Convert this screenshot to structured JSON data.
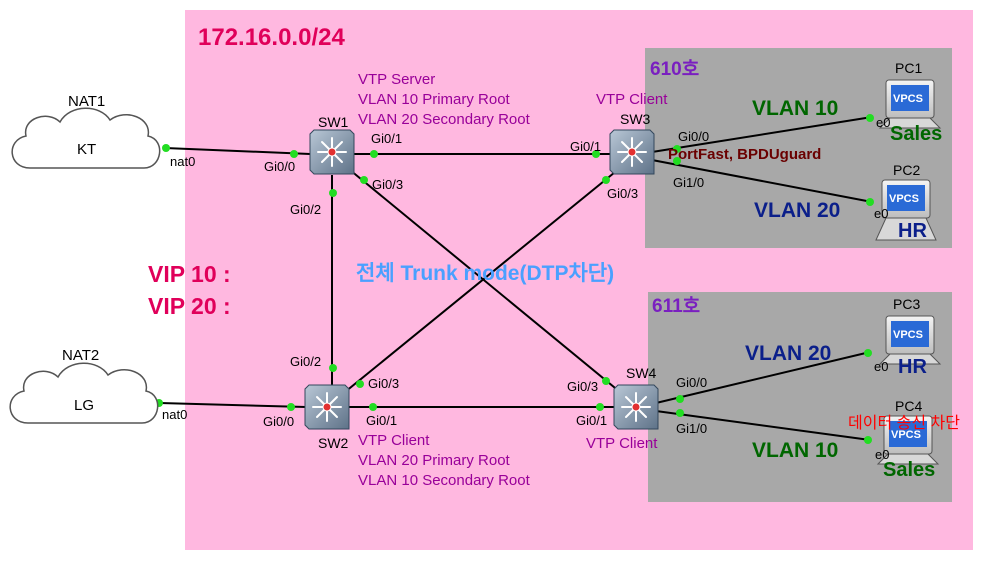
{
  "network": {
    "subnet": "172.16.0.0/24",
    "vip_10": "VIP 10 :",
    "vip_20": "VIP 20 :",
    "trunk_note": "전체 Trunk mode(DTP차단)"
  },
  "clouds": {
    "nat1": {
      "name": "NAT1",
      "label": "KT",
      "port": "nat0"
    },
    "nat2": {
      "name": "NAT2",
      "label": "LG",
      "port": "nat0"
    }
  },
  "switches": {
    "sw1": {
      "name": "SW1",
      "role": "VTP Server",
      "root1": "VLAN 10 Primary Root",
      "root2": "VLAN 20 Secondary Root",
      "p_gi00": "Gi0/0",
      "p_gi01": "Gi0/1",
      "p_gi02": "Gi0/2",
      "p_gi03": "Gi0/3"
    },
    "sw2": {
      "name": "SW2",
      "role": "VTP Client",
      "root1": "VLAN 20 Primary Root",
      "root2": "VLAN 10 Secondary Root",
      "p_gi00": "Gi0/0",
      "p_gi01": "Gi0/1",
      "p_gi02": "Gi0/2",
      "p_gi03": "Gi0/3"
    },
    "sw3": {
      "name": "SW3",
      "role": "VTP Client",
      "p_gi00": "Gi0/0",
      "p_gi01": "Gi0/1",
      "p_gi03": "Gi0/3",
      "p_gi10": "Gi1/0",
      "portfast": "PortFast, BPDUguard"
    },
    "sw4": {
      "name": "SW4",
      "role": "VTP Client",
      "p_gi00": "Gi0/0",
      "p_gi01": "Gi0/1",
      "p_gi03": "Gi0/3",
      "p_gi10": "Gi1/0"
    }
  },
  "rooms": {
    "r610": {
      "name": "610호"
    },
    "r611": {
      "name": "611호"
    }
  },
  "vlan_labels": {
    "sw3_pc1": "VLAN 10",
    "sw3_pc2": "VLAN 20",
    "sw4_pc3": "VLAN 20",
    "sw4_pc4": "VLAN 10"
  },
  "pcs": {
    "pc1": {
      "name": "PC1",
      "port": "e0",
      "dept": "Sales",
      "screen": "VPCS"
    },
    "pc2": {
      "name": "PC2",
      "port": "e0",
      "dept": "HR",
      "screen": "VPCS"
    },
    "pc3": {
      "name": "PC3",
      "port": "e0",
      "dept": "HR",
      "screen": "VPCS"
    },
    "pc4": {
      "name": "PC4",
      "port": "e0",
      "dept": "Sales",
      "screen": "VPCS",
      "note": "데이터 송신 차단"
    }
  },
  "colors": {
    "main_area": "#ffb8e0",
    "room_area": "#a8a8a8",
    "link": "#000000",
    "port_dot": "#22dd22",
    "vtp_text": "#990099",
    "vip_text": "#e0005a",
    "trunk_text": "#4aa0ff",
    "subnet_text": "#e0005a",
    "portfast_text": "#6a0000",
    "block_text": "#ff0000"
  }
}
